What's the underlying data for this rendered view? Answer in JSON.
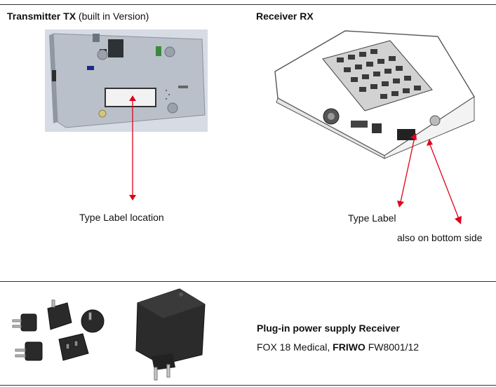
{
  "transmitter": {
    "title_bold": "Transmitter TX",
    "title_rest": " (built in Version)",
    "label_location": "Type Label location"
  },
  "receiver": {
    "title": "Receiver RX",
    "type_label": "Type Label",
    "bottom_note": "also on bottom side"
  },
  "power_supply": {
    "title": "Plug-in power supply Receiver",
    "desc_prefix": "FOX 18 Medical, ",
    "brand": "FRIWO",
    "model": " FW8001/12"
  },
  "colors": {
    "arrow": "#e0001b",
    "board": "#c9ced6"
  }
}
